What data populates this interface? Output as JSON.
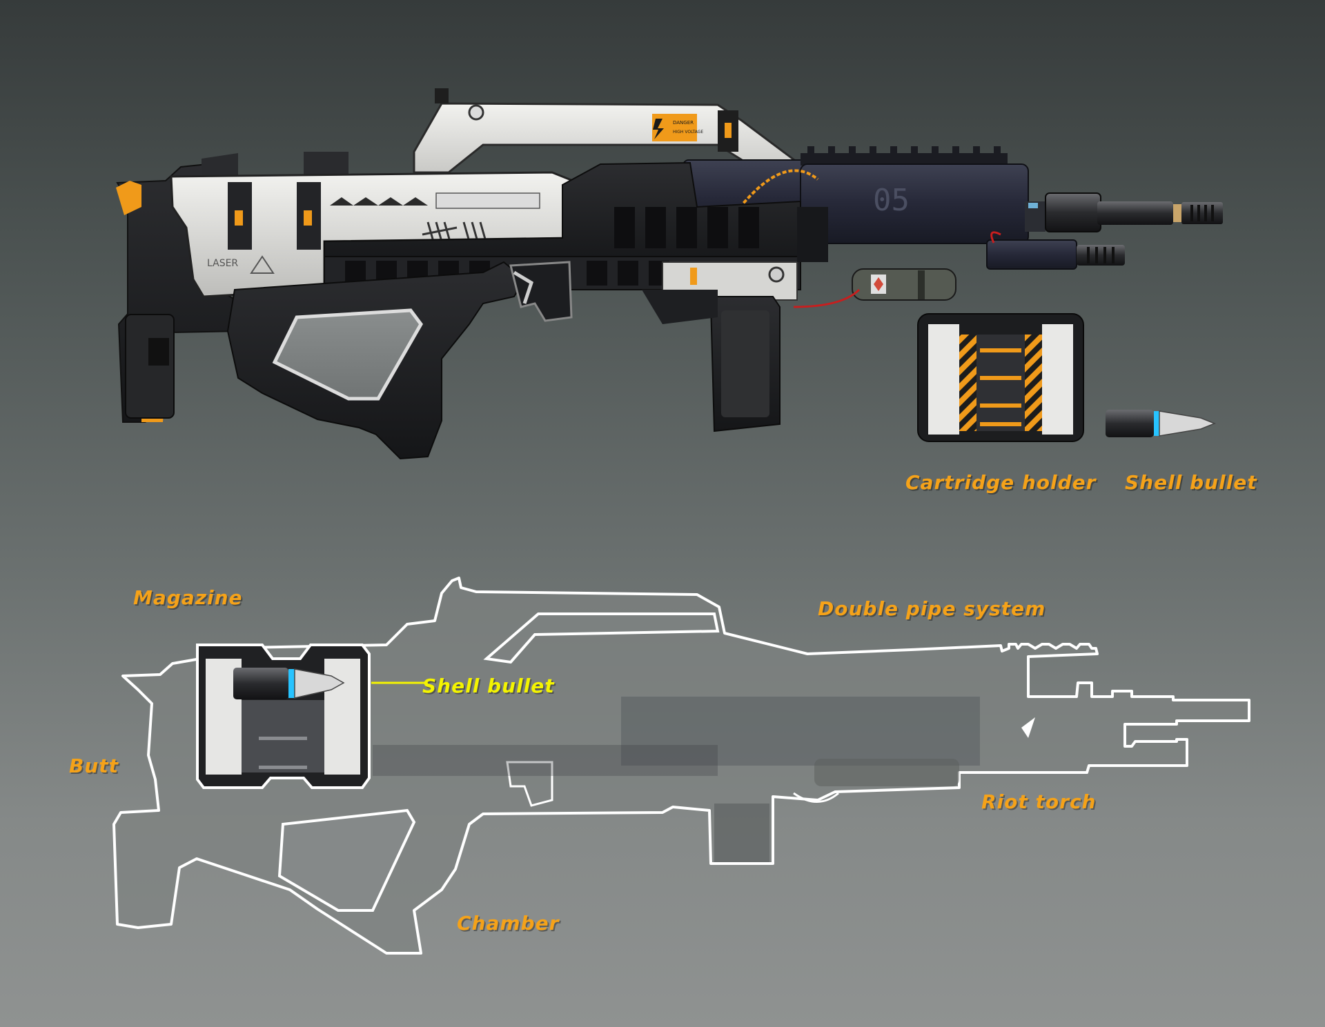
{
  "colors": {
    "label_orange": "#f5a219",
    "label_yellow": "#f4f400",
    "accent_orange": "#f09a1a",
    "hazard_red": "#c81e1e",
    "outline_white": "#ffffff"
  },
  "top_decals": {
    "warning": "DANGER",
    "high_voltage": "HIGH VOLTAGE",
    "laser": "LASER",
    "serial": "05"
  },
  "labels": {
    "cartridge_holder": "Cartridge holder",
    "shell_bullet_top": "Shell bullet",
    "magazine": "Magazine",
    "double_pipe_system": "Double pipe system",
    "shell_bullet_callout": "Shell bullet",
    "butt": "Butt",
    "riot_torch": "Riot torch",
    "chamber": "Chamber"
  }
}
